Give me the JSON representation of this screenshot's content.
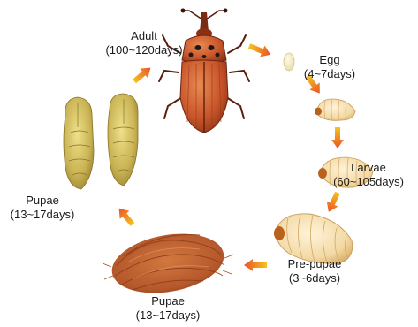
{
  "diagram": {
    "stages": [
      {
        "id": "adult",
        "name": "Adult",
        "duration": "(100~120days)"
      },
      {
        "id": "egg",
        "name": "Egg",
        "duration": "(4~7days)"
      },
      {
        "id": "larvae",
        "name": "Larvae",
        "duration": "(60~105days)"
      },
      {
        "id": "prepupae",
        "name": "Pre-pupae",
        "duration": "(3~6days)"
      },
      {
        "id": "pupae_cocoon",
        "name": "Pupae",
        "duration": "(13~17days)"
      },
      {
        "id": "pupae_exposed",
        "name": "Pupae",
        "duration": "(13~17days)"
      }
    ],
    "colors": {
      "arrow": "#e8622a",
      "weevil_body": "#c9552b",
      "weevil_spots": "#1a1a1a",
      "larva": "#f3d9a4",
      "larva_head": "#b9621e",
      "cocoon": "#b4572b",
      "pupa": "#c8b253"
    }
  }
}
